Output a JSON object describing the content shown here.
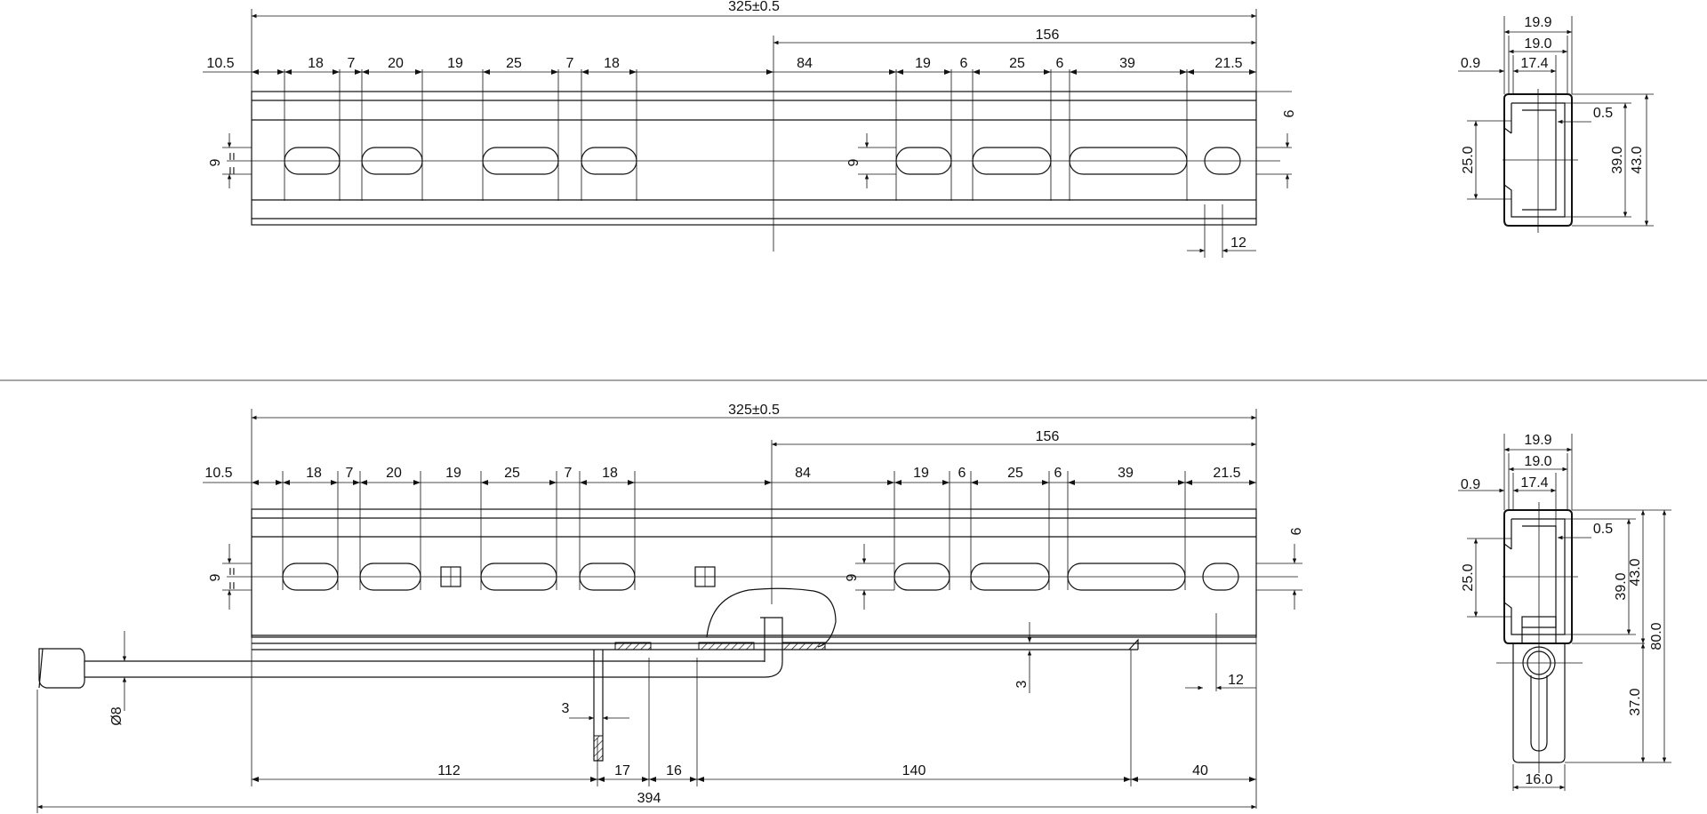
{
  "top_view": {
    "overall_length": "325±0.5",
    "right_span": "156",
    "segments_left": [
      "10.5",
      "18",
      "7",
      "20",
      "19",
      "25",
      "7",
      "18"
    ],
    "center_offset": "84",
    "segments_right": [
      "19",
      "6",
      "25",
      "6",
      "39",
      "21.5"
    ],
    "slot_height_left": "9",
    "slot_height_mid": "9",
    "slot_height_right": "9",
    "equal_mark": "=",
    "end_offset": "12"
  },
  "top_section": {
    "w_outer": "19.9",
    "w_mid": "19.0",
    "w_inner": "17.4",
    "wall": "0.9",
    "lip": "0.5",
    "h_slot": "25.0",
    "h_inner": "39.0",
    "h_outer": "43.0"
  },
  "bottom_view": {
    "overall_length": "325±0.5",
    "right_span": "156",
    "segments_left": [
      "10.5",
      "18",
      "7",
      "20",
      "19",
      "25",
      "7",
      "18"
    ],
    "center_offset": "84",
    "segments_right": [
      "19",
      "6",
      "25",
      "6",
      "39",
      "21.5"
    ],
    "slot_height_left": "9",
    "slot_height_mid": "9",
    "slot_height_right": "9",
    "equal_mark": "=",
    "end_offset": "12",
    "gap": "3",
    "plate_thickness": "3",
    "rod_diameter": "Ø8",
    "bottom_dims": [
      "112",
      "17",
      "16",
      "140",
      "40"
    ],
    "total_length": "394"
  },
  "bottom_section": {
    "w_outer": "19.9",
    "w_mid": "19.0",
    "w_inner": "17.4",
    "wall": "0.9",
    "lip": "0.5",
    "h_slot": "25.0",
    "h_inner": "39.0",
    "h_outer": "43.0",
    "h_total": "80.0",
    "h_lower": "37.0",
    "w_bottom": "16.0"
  }
}
